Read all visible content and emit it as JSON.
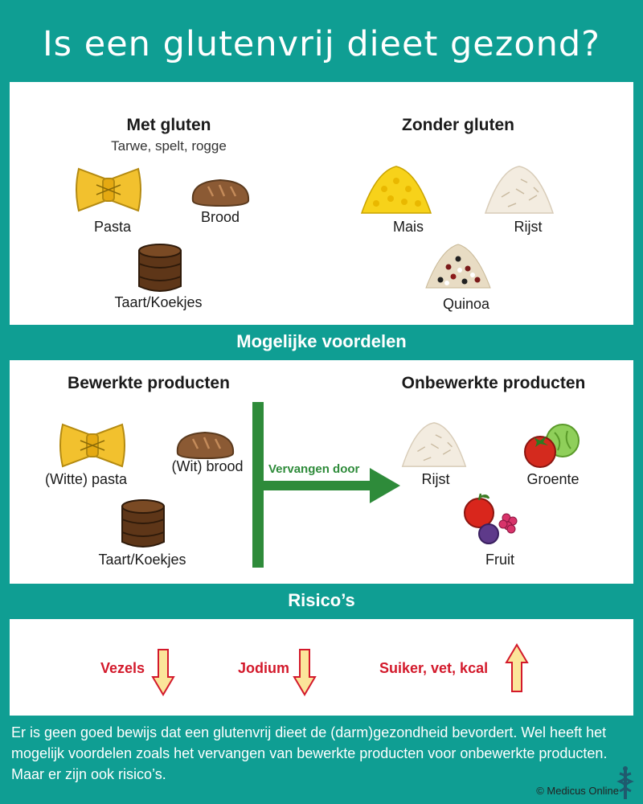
{
  "title": "Is een glutenvrij dieet gezond?",
  "gluten": {
    "with_heading": "Met gluten",
    "with_sub": "Tarwe, spelt, rogge",
    "with_items": [
      "Pasta",
      "Brood",
      "Taart/Koekjes"
    ],
    "without_heading": "Zonder gluten",
    "without_items": [
      "Mais",
      "Rijst",
      "Quinoa"
    ]
  },
  "benefits": {
    "band": "Mogelijke voordelen",
    "processed_heading": "Bewerkte producten",
    "processed_items": [
      "(Witte) pasta",
      "(Wit) brood",
      "Taart/Koekjes"
    ],
    "arrow_label": "Vervangen door",
    "unprocessed_heading": "Onbewerkte producten",
    "unprocessed_items": [
      "Rijst",
      "Groente",
      "Fruit"
    ]
  },
  "risks": {
    "band": "Risico’s",
    "items": [
      {
        "label": "Vezels",
        "direction": "down"
      },
      {
        "label": "Jodium",
        "direction": "down"
      },
      {
        "label": "Suiker, vet, kcal",
        "direction": "up"
      }
    ]
  },
  "footer": {
    "text": "Er is geen goed bewijs dat een glutenvrij dieet de (darm)gezondheid bevordert. Wel heeft het mogelijk voordelen zoals het vervangen van bewerkte producten voor onbewerkte producten. Maar er zijn ook risico’s.",
    "copyright": "© Medicus Online"
  },
  "colors": {
    "teal": "#0f9e93",
    "green": "#2e8b3a",
    "risk_red": "#d3192b",
    "arrow_fill": "#fbe59a"
  },
  "icons": [
    "pasta-icon",
    "bread-icon",
    "cake-icon",
    "corn-icon",
    "rice-icon",
    "quinoa-icon",
    "vegetables-icon",
    "fruit-icon",
    "arrow-down-icon",
    "arrow-up-icon",
    "medicus-logo-icon"
  ]
}
